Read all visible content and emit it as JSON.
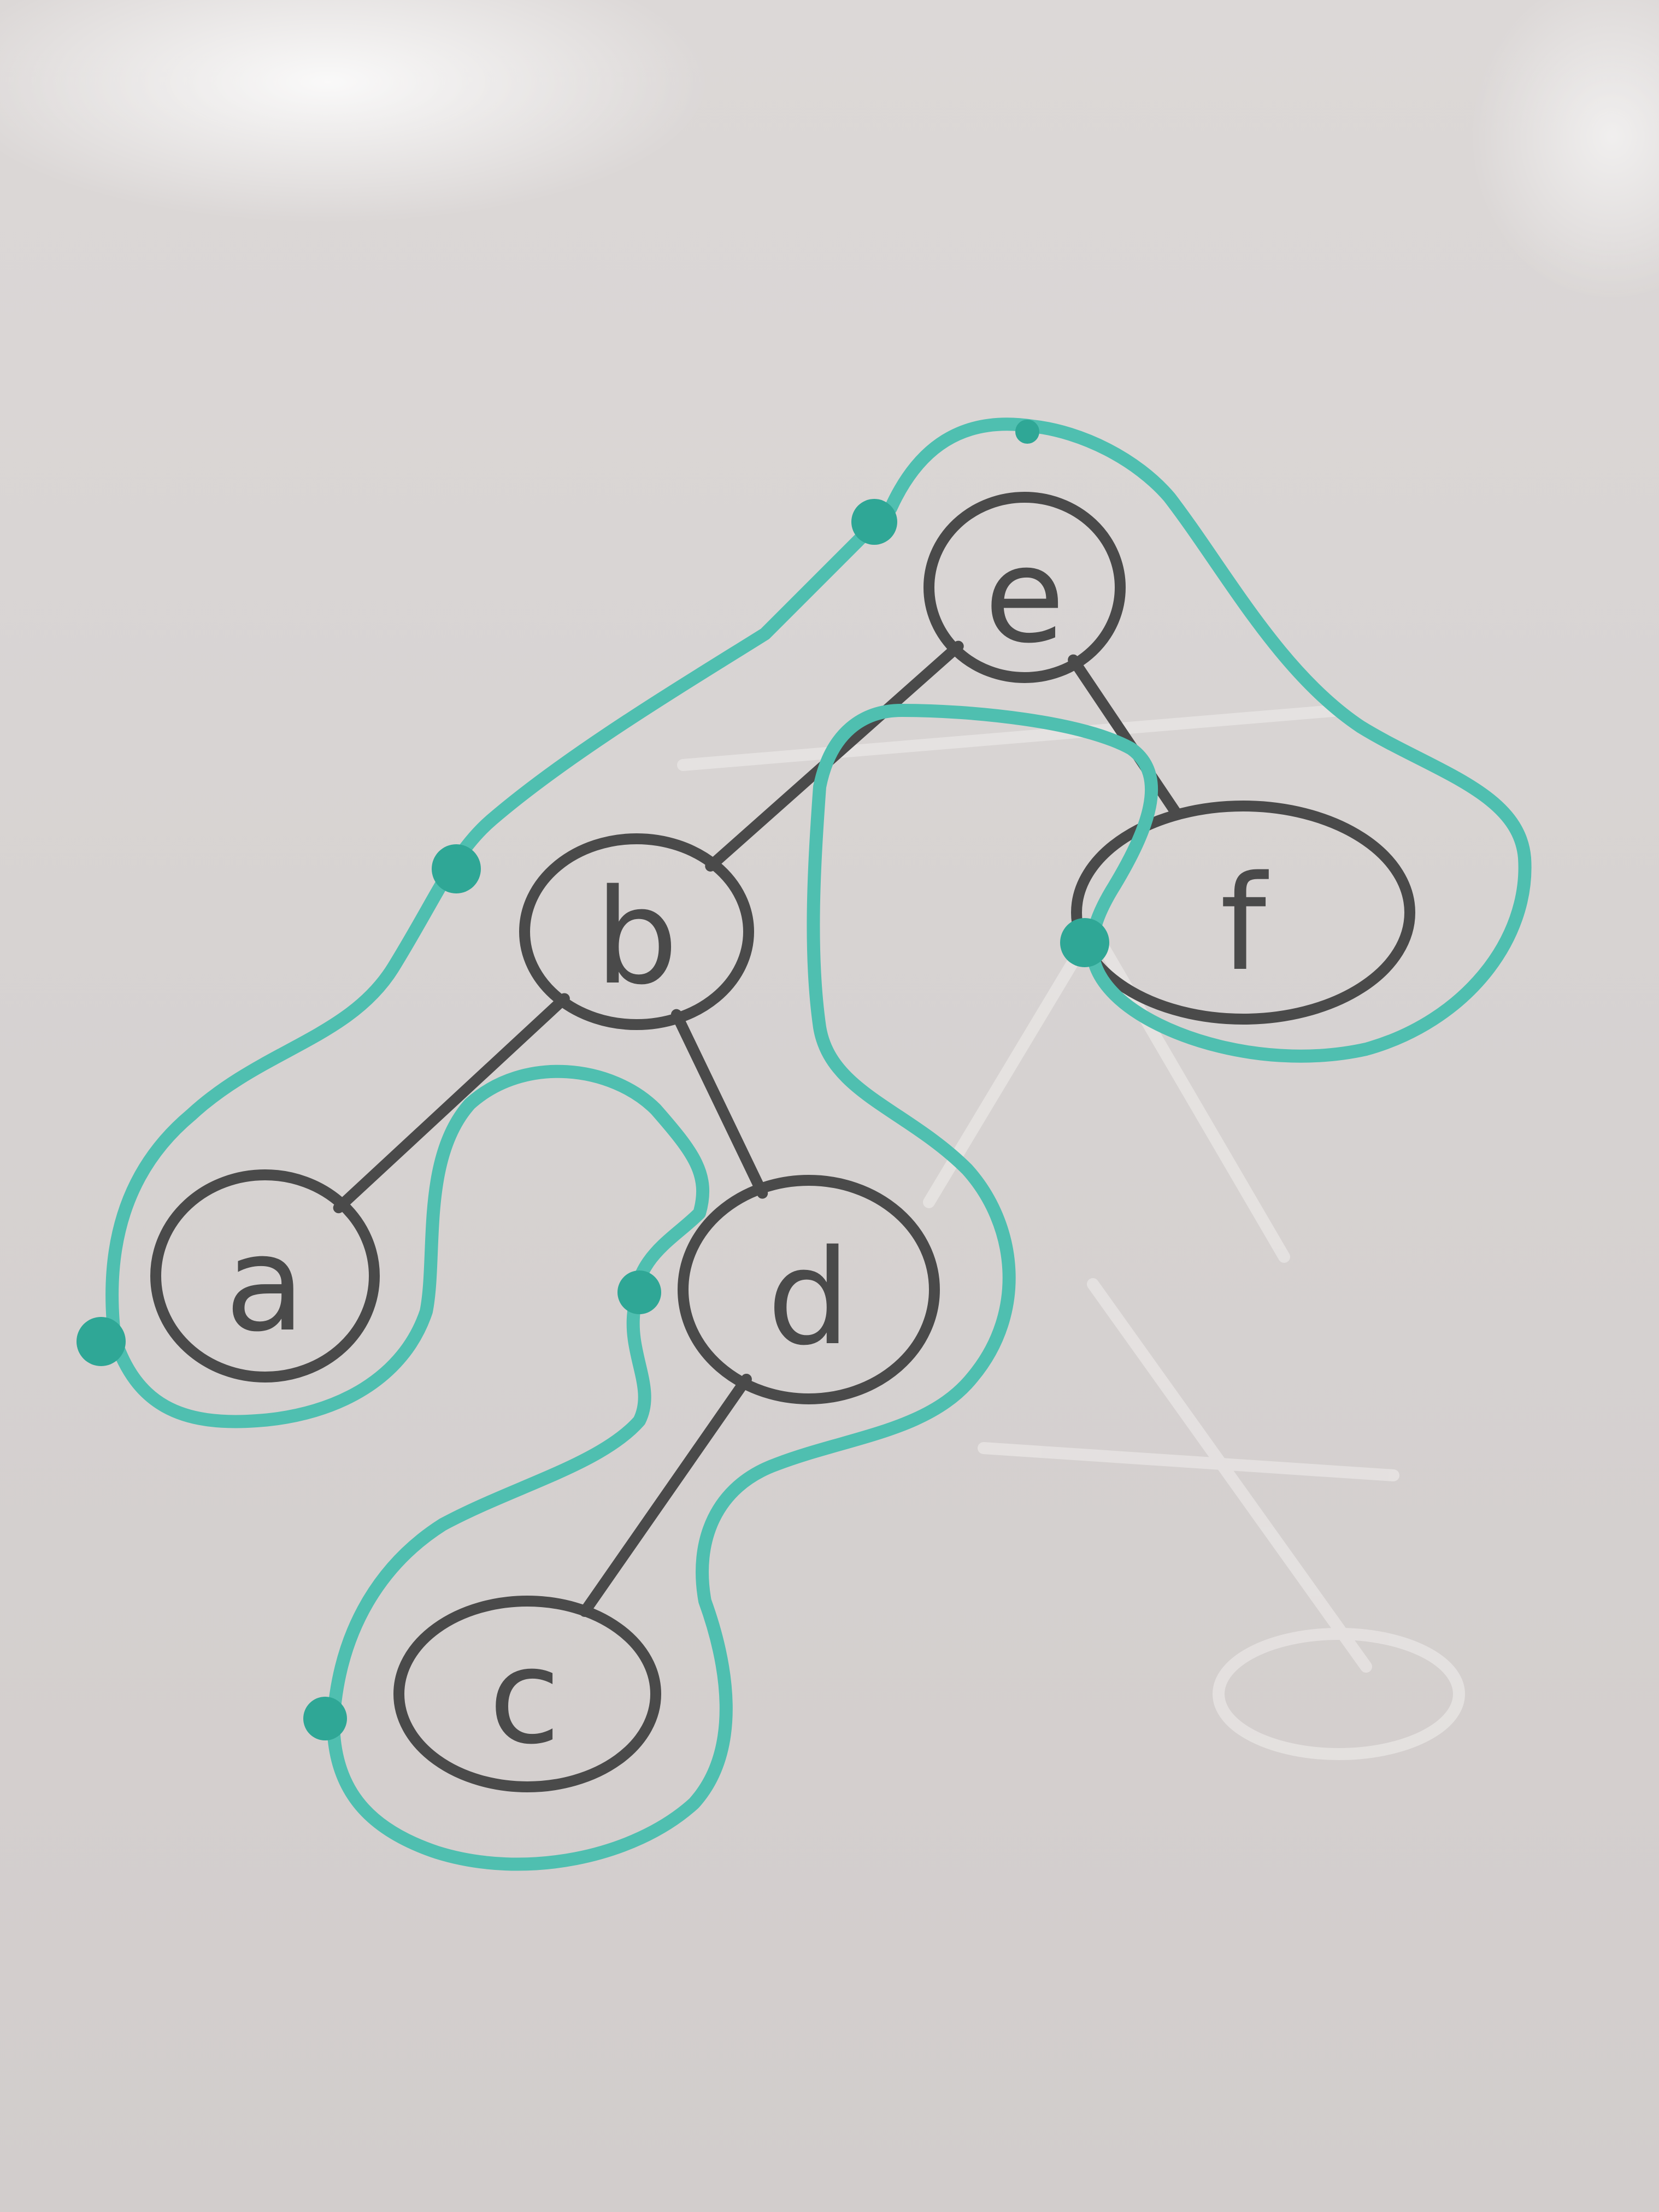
{
  "diagram": {
    "type": "binary-tree-with-traversal-contour",
    "colors": {
      "board": "#d9d5d4",
      "ink": "#4a4a4a",
      "contour": "#4fbfb0",
      "contour_dot": "#2fa796"
    },
    "nodes": [
      {
        "id": "e",
        "label": "e"
      },
      {
        "id": "b",
        "label": "b"
      },
      {
        "id": "f",
        "label": "f"
      },
      {
        "id": "a",
        "label": "a"
      },
      {
        "id": "d",
        "label": "d"
      },
      {
        "id": "c",
        "label": "c"
      }
    ],
    "edges": [
      {
        "from": "e",
        "to": "b"
      },
      {
        "from": "e",
        "to": "f"
      },
      {
        "from": "b",
        "to": "a"
      },
      {
        "from": "b",
        "to": "d"
      },
      {
        "from": "d",
        "to": "c"
      }
    ],
    "traversal_contour": {
      "visit_markers": 7
    }
  }
}
